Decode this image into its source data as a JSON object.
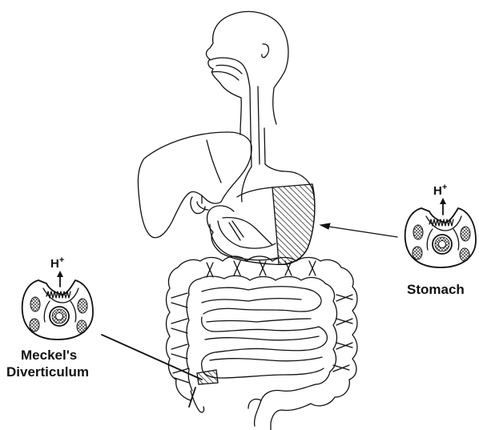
{
  "labels": {
    "stomach": "Stomach",
    "meckel_line1": "Meckel's",
    "meckel_line2": "Diverticulum"
  },
  "cells": {
    "stomach_cell": {
      "ion": "H",
      "charge": "+"
    },
    "meckel_cell": {
      "ion": "H",
      "charge": "+"
    }
  },
  "colors": {
    "ink": "#111111",
    "background": "#ffffff"
  }
}
